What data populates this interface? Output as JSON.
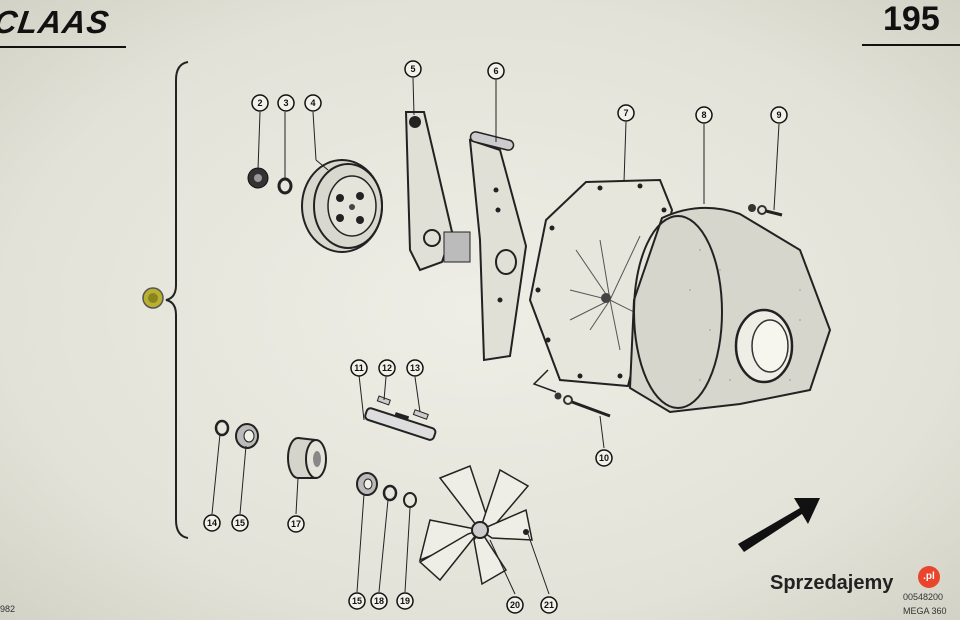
{
  "header": {
    "brand": "CLAAS",
    "page_number": "195"
  },
  "footer": {
    "left_code": "982",
    "drawing_code": "00548200",
    "model": "MEGA 360"
  },
  "watermark": {
    "text": "Sprzedajemy",
    "badge": ".pl"
  },
  "callouts": [
    "2",
    "3",
    "4",
    "5",
    "6",
    "7",
    "8",
    "9",
    "10",
    "11",
    "12",
    "13",
    "14",
    "15",
    "17",
    "15",
    "18",
    "19",
    "20",
    "21"
  ],
  "icons": {
    "direction_arrow": "arrow-up-right-icon"
  }
}
